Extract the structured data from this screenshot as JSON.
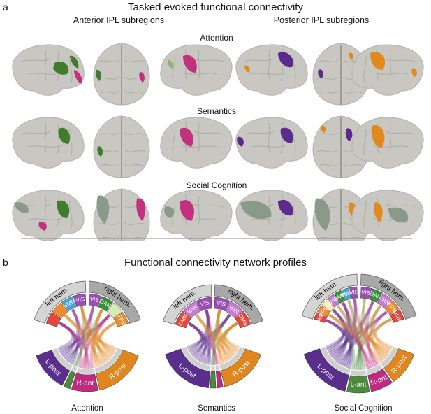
{
  "panels": {
    "a": {
      "letter": "a",
      "title": "Tasked evoked functional connectivity",
      "left_heading": "Anterior IPL subregions",
      "right_heading": "Posterior IPL subregions",
      "rows": [
        "Attention",
        "Semantics",
        "Social Cognition"
      ]
    },
    "b": {
      "letter": "b",
      "title": "Functional connectivity network profiles",
      "captions": [
        "Attention",
        "Semantics",
        "Social Cognition"
      ]
    }
  },
  "chords": [
    {
      "name": "Attention",
      "hem_left": "left hem.",
      "hem_right": "right hem.",
      "left_nets": [
        {
          "label": "",
          "color": "#e8453c"
        },
        {
          "label": "",
          "color": "#f28a2e"
        },
        {
          "label": "SMN",
          "color": "#4aa6d6"
        },
        {
          "label": "VIS",
          "color": "#9b4fb5"
        }
      ],
      "right_nets": [
        {
          "label": "VIS",
          "color": "#9b4fb5"
        },
        {
          "label": "DAN",
          "color": "#3a8f3a"
        },
        {
          "label": "",
          "color": "#d9ecb8"
        },
        {
          "label": "FPN",
          "color": "#f28a2e"
        }
      ],
      "seeds": [
        {
          "label": "L-post",
          "color": "#5a2e8c",
          "weight": 3
        },
        {
          "label": "",
          "color": "#4b8b3b",
          "weight": 0.5
        },
        {
          "label": "R-ant",
          "color": "#c02b7f",
          "weight": 2
        },
        {
          "label": "R-post",
          "color": "#e0861e",
          "weight": 4
        }
      ]
    },
    {
      "name": "Semantics",
      "hem_left": "left hem.",
      "hem_right": "right hem.",
      "left_nets": [
        {
          "label": "DMN",
          "color": "#e8453c"
        },
        {
          "label": "VAN",
          "color": "#c77ad6"
        },
        {
          "label": "VIS",
          "color": "#9b4fb5"
        }
      ],
      "right_nets": [
        {
          "label": "VIS",
          "color": "#9b4fb5"
        },
        {
          "label": "VAN",
          "color": "#c77ad6"
        },
        {
          "label": "DMN",
          "color": "#e8453c"
        }
      ],
      "seeds": [
        {
          "label": "L-post",
          "color": "#5a2e8c",
          "weight": 4
        },
        {
          "label": "",
          "color": "#4b8b3b",
          "weight": 0.4
        },
        {
          "label": "",
          "color": "#c02b7f",
          "weight": 0.4
        },
        {
          "label": "R-post",
          "color": "#e0861e",
          "weight": 3.5
        }
      ]
    },
    {
      "name": "Social Cognition",
      "hem_left": "left hem.",
      "hem_right": "right hem.",
      "left_nets": [
        {
          "label": "DMN",
          "color": "#e8453c"
        },
        {
          "label": "FPN",
          "color": "#f28a2e"
        },
        {
          "label": "LIM",
          "color": "#f4f0b0"
        },
        {
          "label": "VAN",
          "color": "#c77ad6"
        },
        {
          "label": "DMN",
          "color": "#3a8f3a"
        },
        {
          "label": "SMN",
          "color": "#4aa6d6"
        },
        {
          "label": "VIS",
          "color": "#9b4fb5"
        }
      ],
      "right_nets": [
        {
          "label": "VIS",
          "color": "#9b4fb5"
        },
        {
          "label": "DAN",
          "color": "#3a8f3a"
        },
        {
          "label": "VAN",
          "color": "#c77ad6"
        },
        {
          "label": "FPN",
          "color": "#f28a2e"
        },
        {
          "label": "DMN",
          "color": "#e8453c"
        }
      ],
      "seeds": [
        {
          "label": "L-post",
          "color": "#5a2e8c",
          "weight": 5
        },
        {
          "label": "L-ant",
          "color": "#4b8b3b",
          "weight": 2
        },
        {
          "label": "R-ant",
          "color": "#c02b7f",
          "weight": 2
        },
        {
          "label": "R-post",
          "color": "#e0861e",
          "weight": 3
        }
      ]
    }
  ],
  "colors": {
    "brain": "#c9c7c2",
    "green": "#3f7d2c",
    "magenta": "#c2307e",
    "purple": "#5b2a8c",
    "orange": "#e08a1e",
    "gray_green": "#8a9a8a",
    "hem_left": "#d4d4d4",
    "hem_right": "#a8a8a8"
  }
}
